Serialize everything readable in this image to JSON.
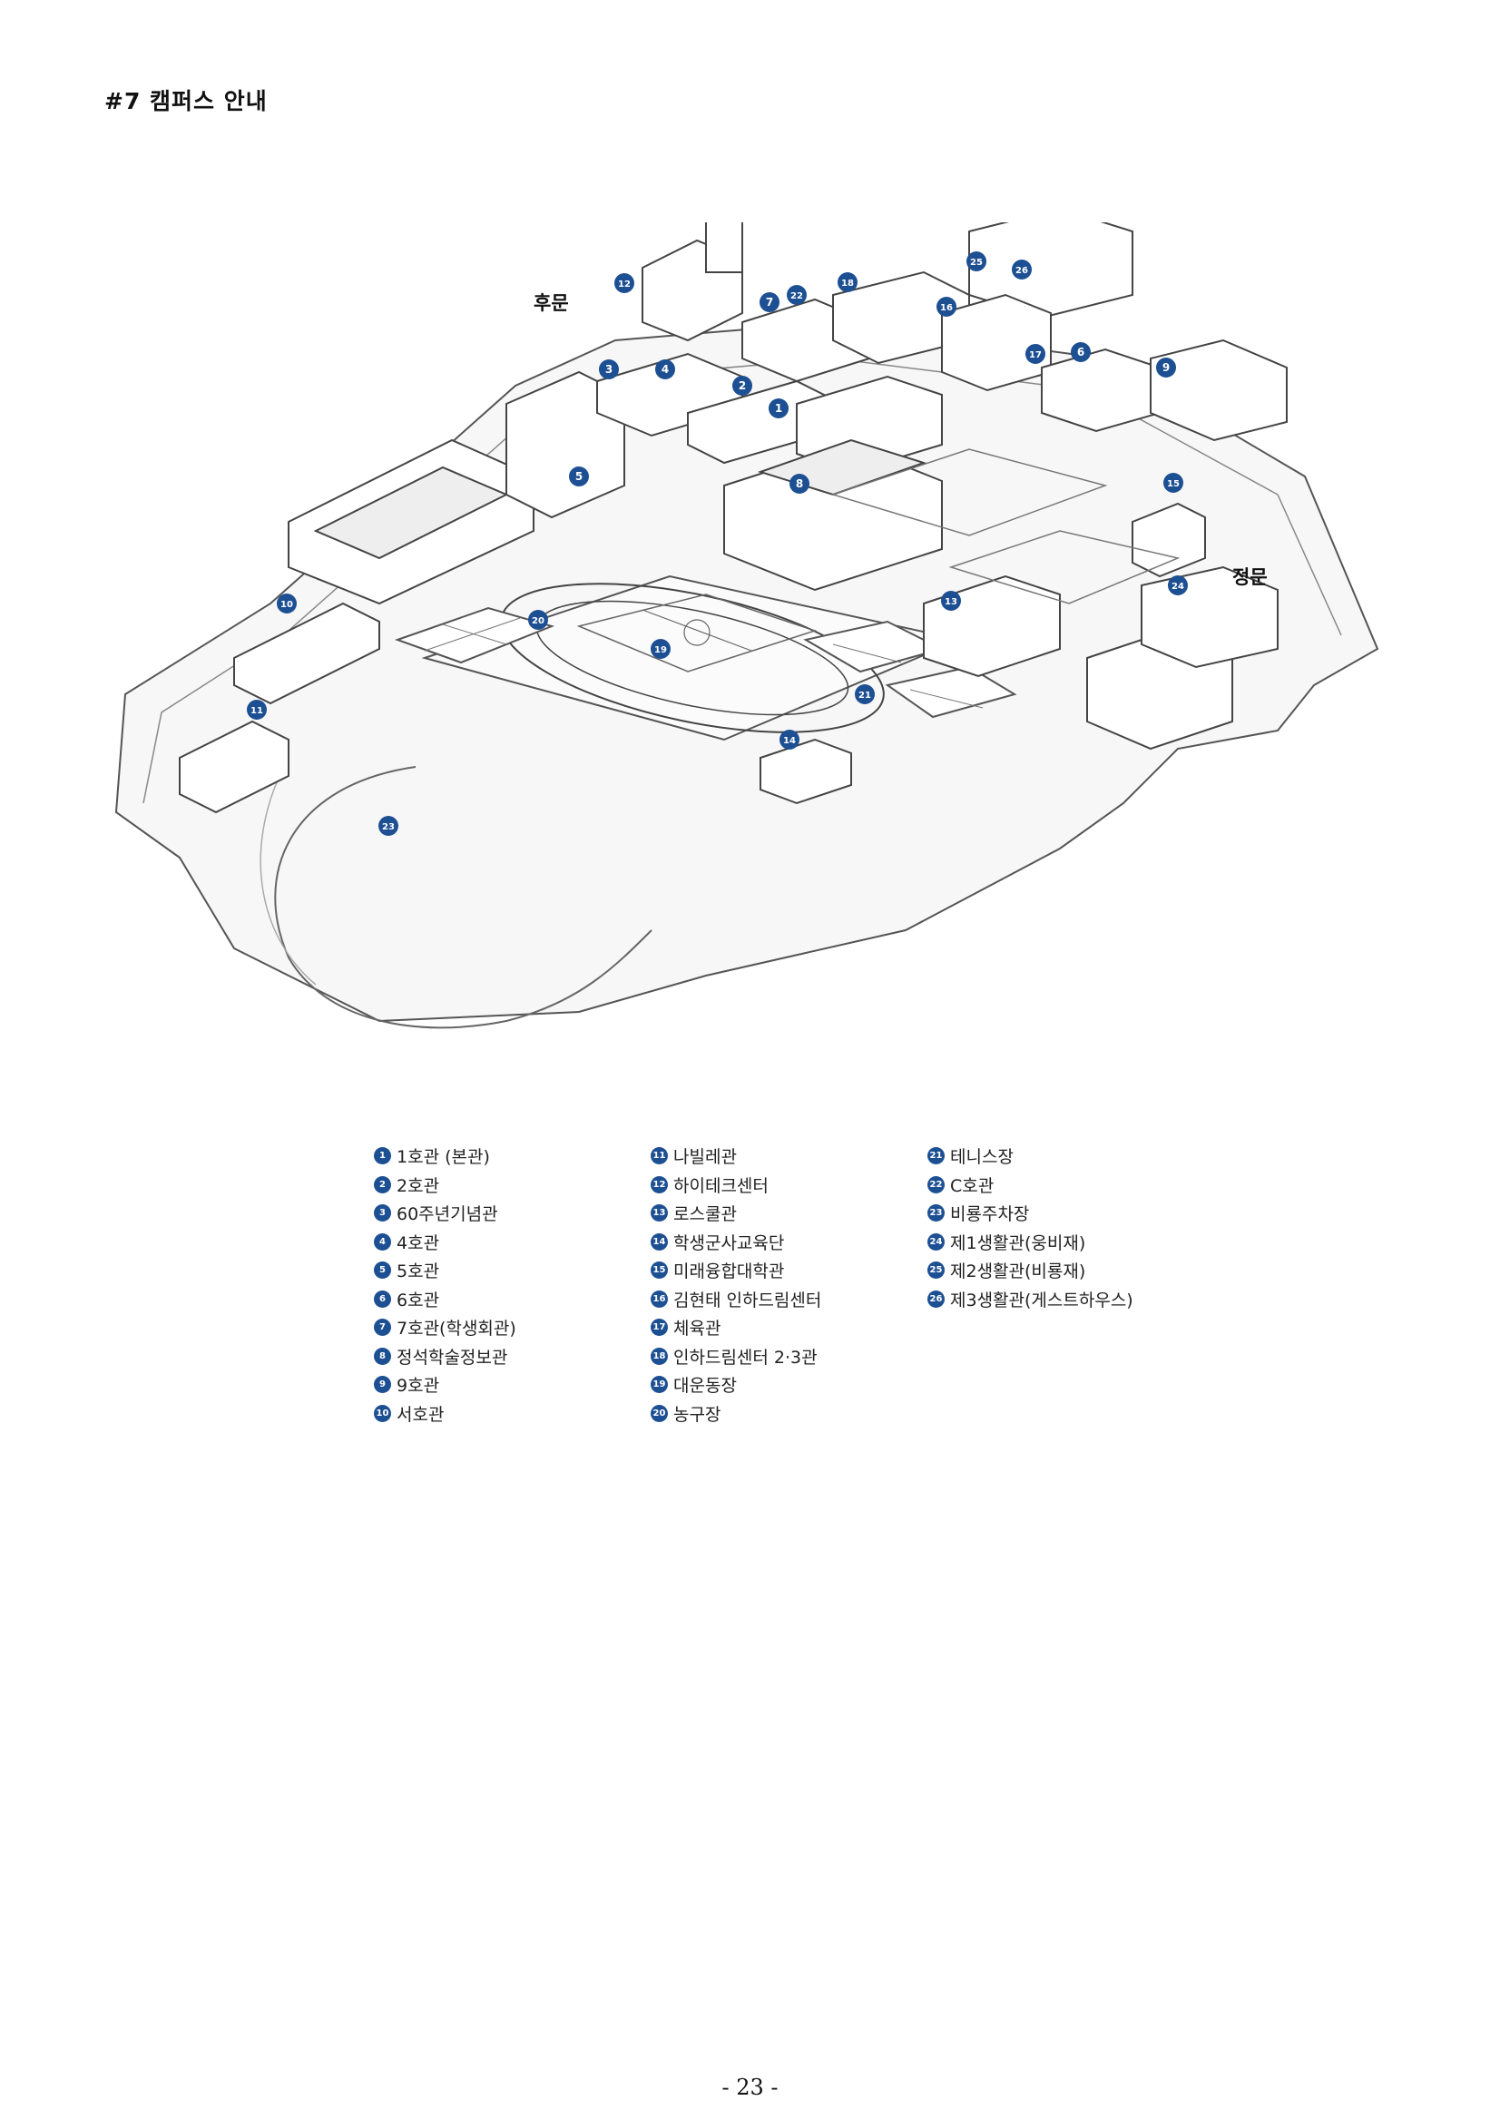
{
  "page": {
    "heading": "#7 캠퍼스 안내",
    "page_number": "- 23 -"
  },
  "map": {
    "gate_labels": {
      "back_gate": "후문",
      "main_gate": "정문"
    },
    "marker_color": "#1d4f93"
  },
  "legend": {
    "columns": [
      [
        {
          "num": "1",
          "label": "1호관 (본관)"
        },
        {
          "num": "2",
          "label": "2호관"
        },
        {
          "num": "3",
          "label": "60주년기념관"
        },
        {
          "num": "4",
          "label": "4호관"
        },
        {
          "num": "5",
          "label": "5호관"
        },
        {
          "num": "6",
          "label": "6호관"
        },
        {
          "num": "7",
          "label": "7호관(학생회관)"
        },
        {
          "num": "8",
          "label": "정석학술정보관"
        },
        {
          "num": "9",
          "label": "9호관"
        },
        {
          "num": "10",
          "label": "서호관"
        }
      ],
      [
        {
          "num": "11",
          "label": "나빌레관"
        },
        {
          "num": "12",
          "label": "하이테크센터"
        },
        {
          "num": "13",
          "label": "로스쿨관"
        },
        {
          "num": "14",
          "label": "학생군사교육단"
        },
        {
          "num": "15",
          "label": "미래융합대학관"
        },
        {
          "num": "16",
          "label": "김현태 인하드림센터"
        },
        {
          "num": "17",
          "label": "체육관"
        },
        {
          "num": "18",
          "label": "인하드림센터 2·3관"
        },
        {
          "num": "19",
          "label": "대운동장"
        },
        {
          "num": "20",
          "label": "농구장"
        }
      ],
      [
        {
          "num": "21",
          "label": "테니스장"
        },
        {
          "num": "22",
          "label": "C호관"
        },
        {
          "num": "23",
          "label": "비룡주차장"
        },
        {
          "num": "24",
          "label": "제1생활관(웅비재)"
        },
        {
          "num": "25",
          "label": "제2생활관(비룡재)"
        },
        {
          "num": "26",
          "label": "제3생활관(게스트하우스)"
        }
      ]
    ]
  }
}
